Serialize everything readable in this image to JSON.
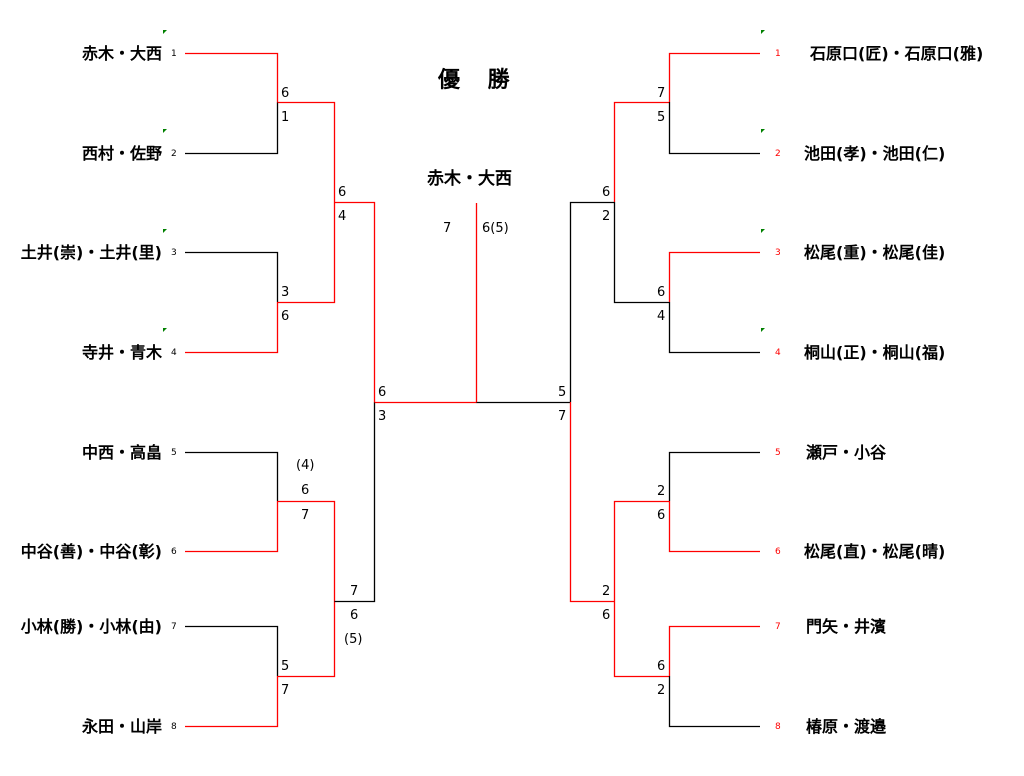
{
  "title": "優 勝",
  "champion": "赤木・大西",
  "final_scores": {
    "left": "7",
    "right": "6(5)"
  },
  "colors": {
    "winner_line": "#ff0000",
    "loser_line": "#000000",
    "tick": "#008000"
  },
  "left_players": [
    {
      "seed": "1",
      "name": "赤木・大西"
    },
    {
      "seed": "2",
      "name": "西村・佐野"
    },
    {
      "seed": "3",
      "name": "土井(崇)・土井(里)"
    },
    {
      "seed": "4",
      "name": "寺井・青木"
    },
    {
      "seed": "5",
      "name": "中西・高畠"
    },
    {
      "seed": "6",
      "name": "中谷(善)・中谷(彰)"
    },
    {
      "seed": "7",
      "name": "小林(勝)・小林(由)"
    },
    {
      "seed": "8",
      "name": "永田・山岸"
    }
  ],
  "right_players": [
    {
      "seed": "1",
      "name": "石原口(匠)・石原口(雅)"
    },
    {
      "seed": "2",
      "name": "池田(孝)・池田(仁)"
    },
    {
      "seed": "3",
      "name": "松尾(重)・松尾(佳)"
    },
    {
      "seed": "4",
      "name": "桐山(正)・桐山(福)"
    },
    {
      "seed": "5",
      "name": "瀬戸・小谷"
    },
    {
      "seed": "6",
      "name": "松尾(直)・松尾(晴)"
    },
    {
      "seed": "7",
      "name": "門矢・井濱"
    },
    {
      "seed": "8",
      "name": "椿原・渡邉"
    }
  ],
  "left_scores": {
    "r1m1": [
      "6",
      "1"
    ],
    "r1m2": [
      "3",
      "6"
    ],
    "r1m3": [
      "6",
      "7"
    ],
    "r1m3_tb": "(4)",
    "r1m4": [
      "5",
      "7"
    ],
    "r2m1": [
      "6",
      "4"
    ],
    "r2m2": [
      "7",
      "6"
    ],
    "r2m2_tb": "(5)",
    "sf": [
      "6",
      "3"
    ]
  },
  "right_scores": {
    "r1m1": [
      "7",
      "5"
    ],
    "r1m2": [
      "6",
      "4"
    ],
    "r1m3": [
      "2",
      "6"
    ],
    "r1m4": [
      "6",
      "2"
    ],
    "r2m1": [
      "6",
      "2"
    ],
    "r2m2": [
      "2",
      "6"
    ],
    "sf": [
      "5",
      "7"
    ]
  }
}
